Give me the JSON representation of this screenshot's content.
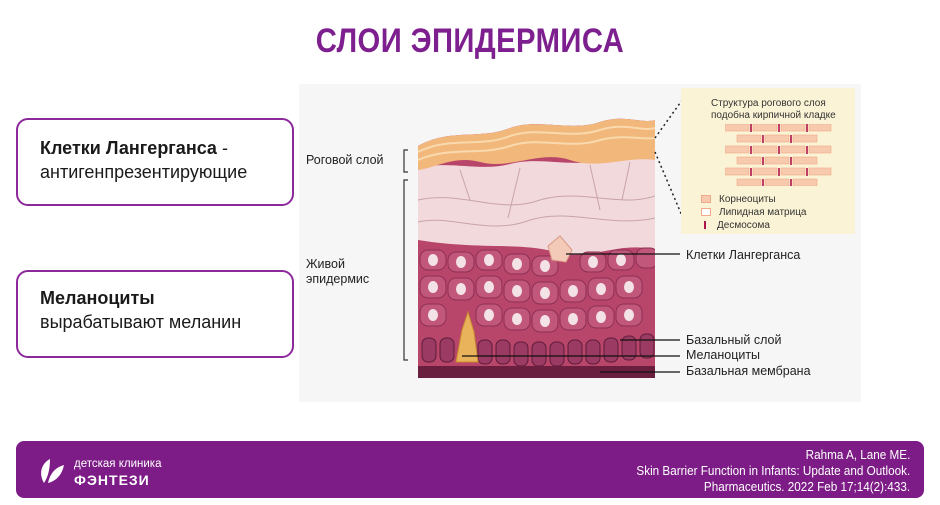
{
  "title": "СЛОИ ЭПИДЕРМИСА",
  "callouts": [
    {
      "bold": "Клетки Лангерганса",
      "rest_inline": " -",
      "line2": "антигенпрезентирующие"
    },
    {
      "bold": "Меланоциты",
      "rest_inline": "",
      "line2": "вырабатывают меланин"
    }
  ],
  "diagram": {
    "left_labels": {
      "stratum_corneum": "Роговой слой",
      "living_line1": "Живой",
      "living_line2": "эпидермис"
    },
    "right_labels": {
      "langerhans": "Клетки Лангерганса",
      "basal_layer": "Базальный слой",
      "melanocytes": "Меланоциты",
      "basal_membrane": "Базальная мембрана"
    },
    "inset": {
      "title_line1": "Структура рогового слоя",
      "title_line2": "подобна кирпичной кладке",
      "legend": [
        "Корнеоциты",
        "Липидная матрица",
        "Десмосома"
      ]
    }
  },
  "footer": {
    "brand_small": "детская клиника",
    "brand_big": "ФЭНТЕЗИ",
    "ref_line1": "Rahma A, Lane ME.",
    "ref_line2": "Skin Barrier Function in Infants: Update and Outlook.",
    "ref_line3": "Pharmaceutics. 2022 Feb 17;14(2):433."
  },
  "colors": {
    "brand_purple": "#7d1c87",
    "callout_border": "#8d2a9b"
  }
}
